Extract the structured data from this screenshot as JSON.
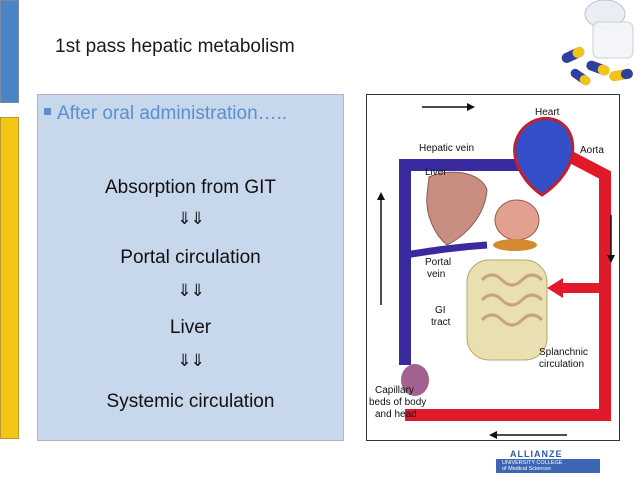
{
  "slide": {
    "title": "1st pass hepatic metabolism",
    "bullet": "After oral administration…..",
    "steps": [
      "Absorption from GIT",
      "Portal circulation",
      "Liver",
      "Systemic circulation"
    ],
    "arrow_glyph": "⇓⇓"
  },
  "figure": {
    "labels": {
      "heart": "Heart",
      "hepatic_vein": "Hepatic vein",
      "aorta": "Aorta",
      "liver": "Liver",
      "portal_vein_1": "Portal",
      "portal_vein_2": "vein",
      "gi_tract_1": "GI",
      "gi_tract_2": "tract",
      "splanchnic_1": "Splanchnic",
      "splanchnic_2": "circulation",
      "capillary_1": "Capillary",
      "capillary_2": "beds of body",
      "capillary_3": "and head"
    }
  },
  "logo": {
    "name": "ALLIANZE",
    "sub_1": "UNIVERSITY COLLEGE",
    "sub_2": "of Medical Sciences"
  },
  "colors": {
    "blue_bar": "#4a84c6",
    "yellow_bar": "#f5c518",
    "box_fill": "#c7d7ec",
    "bullet": "#5b8fcf",
    "vein": "#3a2aa0",
    "artery": "#e01a2a"
  }
}
